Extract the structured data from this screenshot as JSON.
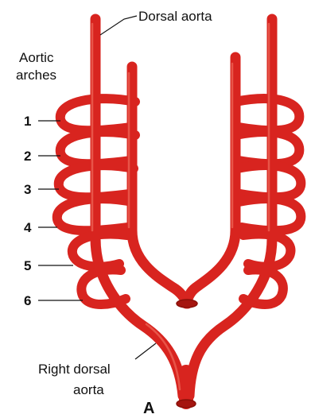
{
  "labels": {
    "dorsal_aorta": "Dorsal aorta",
    "aortic_line1": "Aortic",
    "aortic_line2": "arches",
    "right_dorsal_line1": "Right dorsal",
    "right_dorsal_line2": "aorta",
    "panel": "A"
  },
  "arches": [
    "1",
    "2",
    "3",
    "4",
    "5",
    "6"
  ],
  "colors": {
    "vessel": "#d8241f",
    "vessel_dark": "#a5150f",
    "vessel_highlight": "#f06a5a",
    "text": "#111111"
  }
}
